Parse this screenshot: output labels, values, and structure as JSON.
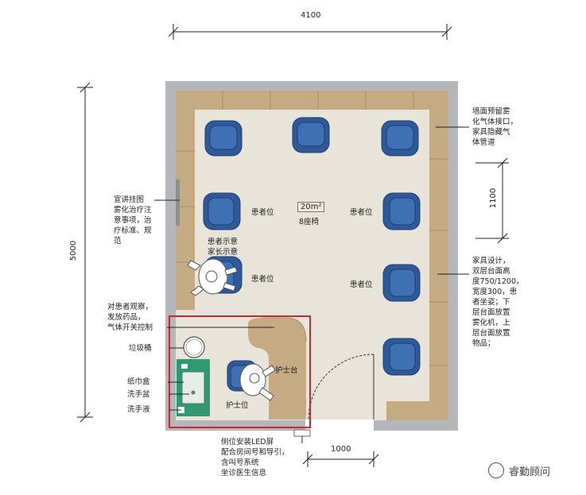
{
  "dimensions": {
    "width_top": "4100",
    "height_left": "5000",
    "right_segment": "1100",
    "door_width": "1000"
  },
  "room": {
    "area": "20m²",
    "seats": "8座椅"
  },
  "labels": {
    "patient_seat": "患者位",
    "patient_family": "患者示意\n家长示意",
    "nurse_station": "护士台",
    "nurse_seat": "护士位",
    "trash_bin": "垃圾桶",
    "tissue_box": "纸巾盒",
    "sink": "洗手盆",
    "hand_sanitizer": "洗手液",
    "wall_chart": "宣讲挂图\n雾化治疗注\n意事项，治\n疗标准、规\n范",
    "observe_note": "对患者观察，\n发放药品，\n气体开关控制",
    "wall_gas": "墙面预留雾\n化气体接口，\n家具隐藏气\n体管道",
    "furniture_note": "家具设计，\n双层台面高\n度750/1200，\n宽度300，患\n者坐姿；下\n层台面放置\n雾化机，上\n层台面放置\n物品；",
    "led_note": "侧位安装LED屏\n配合房间号和导引，\n含叫号系统\n坐诊医生信息"
  },
  "watermark": "睿勤顾问",
  "colors": {
    "wall": "#b5b7ba",
    "floor": "#e9e4da",
    "counter": "#c4ab84",
    "chair": "#2e5a99",
    "highlight": "#c8282e",
    "sink_area": "#2f9a72"
  }
}
